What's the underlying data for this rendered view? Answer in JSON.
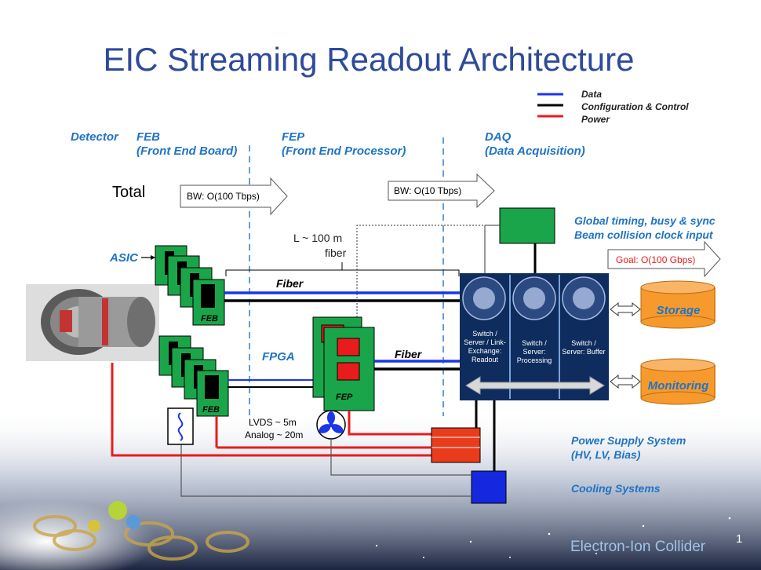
{
  "title": "EIC Streaming Readout Architecture",
  "legend": {
    "data": "Data",
    "config": "Configuration & Control",
    "power": "Power",
    "colors": {
      "data": "#1a36e8",
      "config": "#000000",
      "power": "#e81c1c"
    }
  },
  "sections": {
    "detector": "Detector",
    "feb_title": "FEB",
    "feb_sub": "(Front End Board)",
    "fep_title": "FEP",
    "fep_sub": "(Front End Processor)",
    "daq_title": "DAQ",
    "daq_sub": "(Data Acquisition)"
  },
  "bandwidth": {
    "total": "Total",
    "bw1": "BW: O(100 Tbps)",
    "bw2": "BW: O(10 Tbps)",
    "goal": "Goal: O(100 Gbps)"
  },
  "labels": {
    "asic": "ASIC",
    "feb": "FEB",
    "fpga": "FPGA",
    "fep": "FEP",
    "fiber_len": "L ~ 100 m",
    "fiber_len2": "fiber",
    "fiber1": "Fiber",
    "fiber2": "Fiber",
    "lvds": "LVDS ~ 5m",
    "analog": "Analog ~ 20m",
    "timing1": "Global timing, busy & sync",
    "timing2": "Beam collision clock input",
    "psu1": "Power Supply System",
    "psu2": "(HV, LV, Bias)",
    "cooling": "Cooling Systems",
    "storage": "Storage",
    "monitoring": "Monitoring"
  },
  "servers": [
    {
      "label": "Switch / Server / Link-Exchange: Readout"
    },
    {
      "label": "Switch / Server: Processing"
    },
    {
      "label": "Switch / Server: Buffer"
    }
  ],
  "footer": {
    "brand": "Electron-Ion Collider",
    "page": "1"
  }
}
